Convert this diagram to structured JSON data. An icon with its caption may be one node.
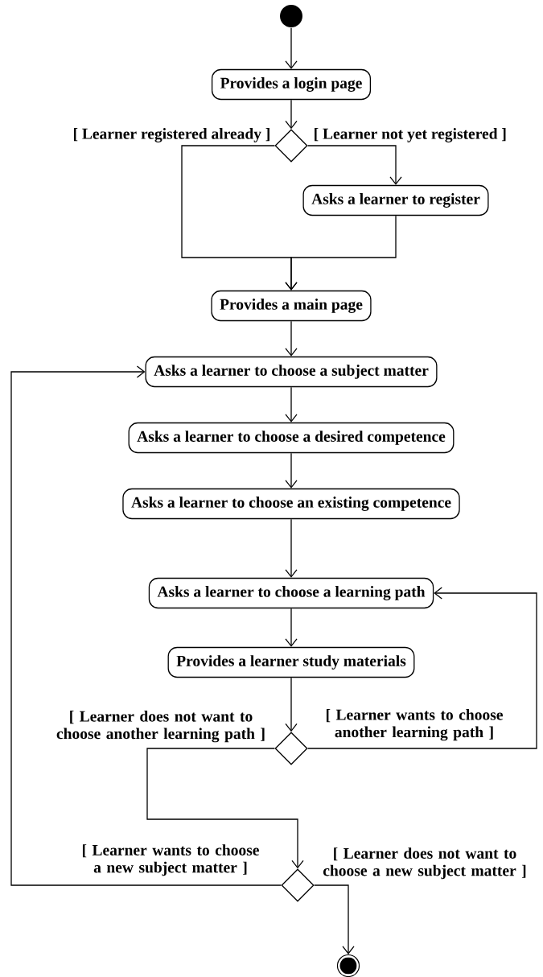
{
  "diagram": {
    "nodes": [
      {
        "text": [],
        "shape": "circle"
      },
      {
        "text": [
          "Provides a login page"
        ]
      },
      {
        "text": [],
        "shape": "diamond"
      },
      {
        "text": [
          "Asks a learner to register"
        ]
      },
      {
        "text": [
          "Provides a main page"
        ]
      },
      {
        "text": [
          "Asks a learner to choose a subject matter"
        ]
      },
      {
        "text": [
          "Asks a learner to choose a desired competence"
        ]
      },
      {
        "text": [
          "Asks a learner to choose an existing competence"
        ]
      },
      {
        "text": [
          "Asks a learner to choose a learning path"
        ]
      },
      {
        "text": [
          "Provides a learner study materials"
        ]
      },
      {
        "text": [],
        "shape": "diamond"
      },
      {
        "text": [],
        "shape": "diamond"
      },
      {
        "text": [],
        "shape": "circle"
      }
    ],
    "edges": [
      {
        "from": 0,
        "to": 1,
        "arrow": "to"
      },
      {
        "from": 1,
        "to": 2,
        "arrow": "to"
      },
      {
        "from": 2,
        "to": 4,
        "arrow": "to",
        "label": "[ Learner registered already ]"
      },
      {
        "from": 2,
        "to": 3,
        "arrow": "to",
        "label": "[ Learner not yet registered ]"
      },
      {
        "from": 3,
        "to": 4,
        "arrow": "to"
      },
      {
        "from": 4,
        "to": 5,
        "arrow": "to"
      },
      {
        "from": 5,
        "to": 6,
        "arrow": "to"
      },
      {
        "from": 6,
        "to": 7,
        "arrow": "to"
      },
      {
        "from": 7,
        "to": 8,
        "arrow": "to"
      },
      {
        "from": 8,
        "to": 9,
        "arrow": "to"
      },
      {
        "from": 9,
        "to": 10,
        "arrow": "to"
      },
      {
        "from": 10,
        "to": 8,
        "arrow": "to",
        "label": "[ Learner wants to choose another learning path ]"
      },
      {
        "from": 10,
        "to": 11,
        "arrow": "to",
        "label": "[ Learner does not want to choose another learning path ]"
      },
      {
        "from": 11,
        "to": 5,
        "arrow": "to",
        "label": "[ Learner wants to choose a new subject matter ]"
      },
      {
        "from": 11,
        "to": 12,
        "arrow": "to",
        "label": "[ Learner does not want to choose a new subject matter ]"
      }
    ]
  }
}
